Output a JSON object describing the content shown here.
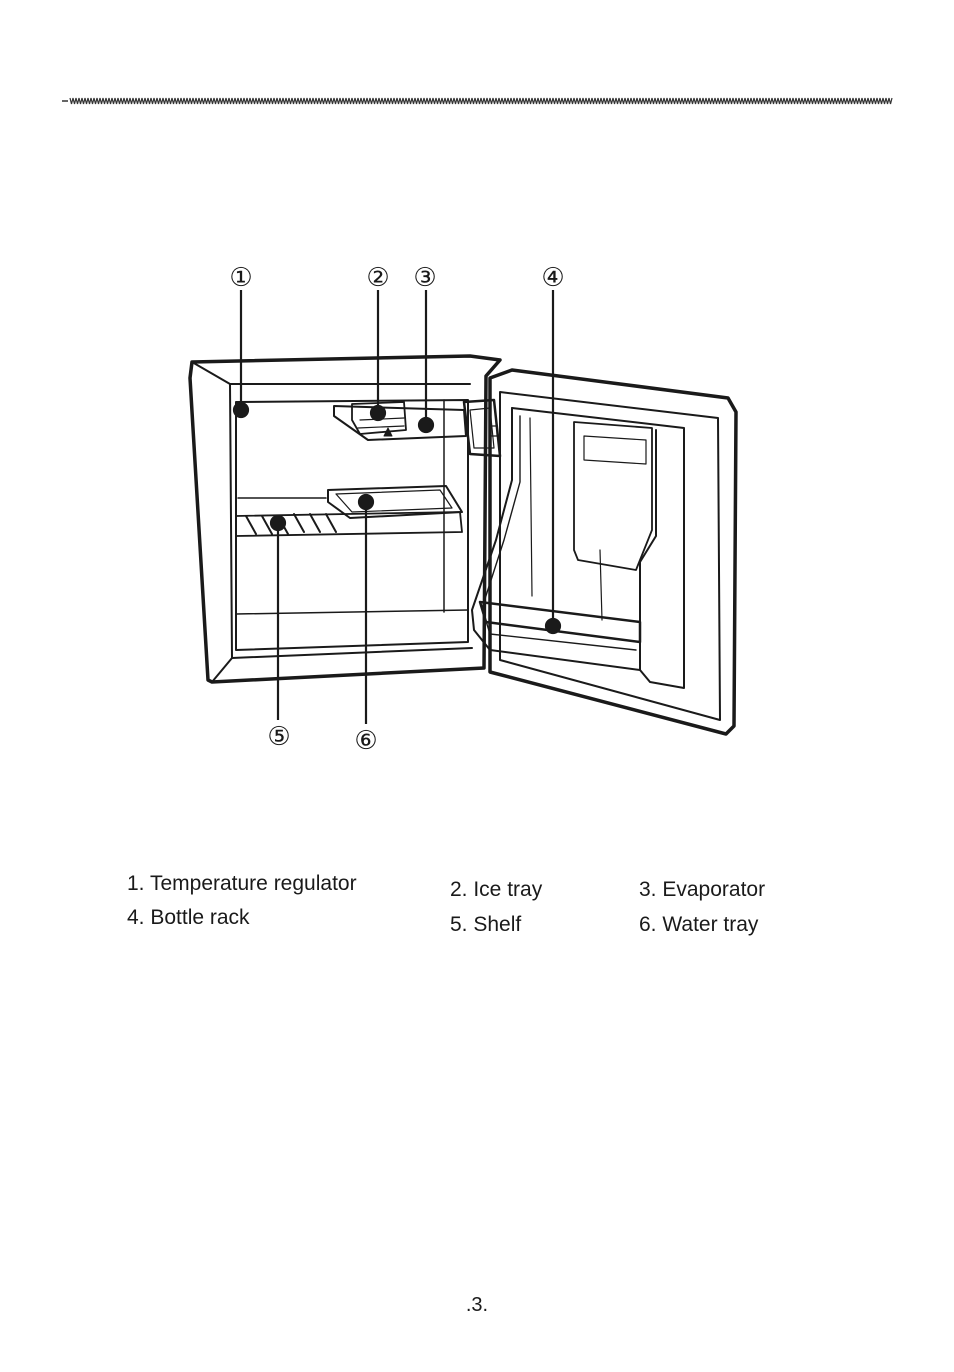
{
  "diagram": {
    "callout_numbers": [
      "①",
      "②",
      "③",
      "④",
      "⑤",
      "⑥"
    ]
  },
  "legend": {
    "items": [
      {
        "number": "1",
        "text": "1. Temperature regulator"
      },
      {
        "number": "2",
        "text": "2. Ice tray"
      },
      {
        "number": "3",
        "text": "3. Evaporator"
      },
      {
        "number": "4",
        "text": "4. Bottle rack"
      },
      {
        "number": "5",
        "text": "5. Shelf"
      },
      {
        "number": "6",
        "text": "6. Water tray"
      }
    ]
  },
  "footer": {
    "page_number": ".3."
  }
}
